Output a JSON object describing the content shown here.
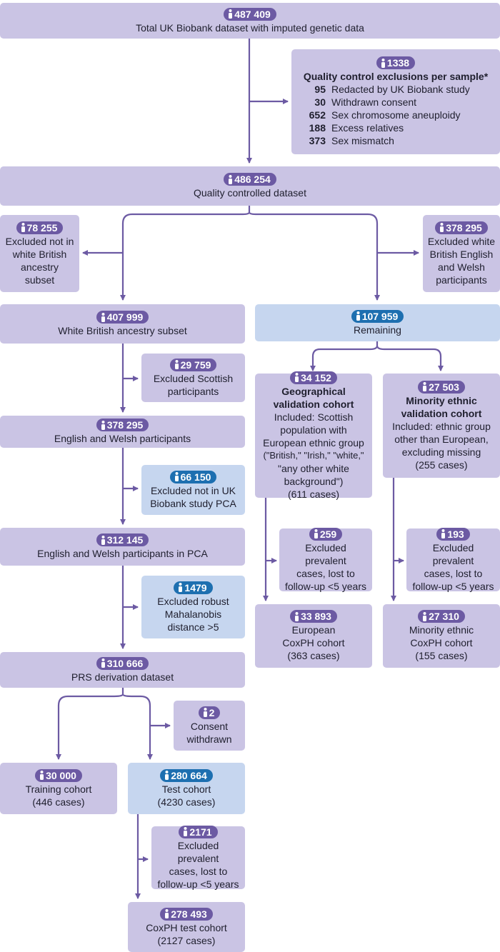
{
  "nodes": {
    "total": {
      "count": "487 409",
      "lines": [
        "Total UK Biobank dataset with imputed genetic data"
      ]
    },
    "qc_excl": {
      "count": "1338",
      "title": "Quality control exclusions per sample*",
      "items": [
        {
          "n": "95",
          "label": "Redacted by UK Biobank study"
        },
        {
          "n": "30",
          "label": "Withdrawn consent"
        },
        {
          "n": "652",
          "label": "Sex chromosome aneuploidy"
        },
        {
          "n": "188",
          "label": "Excess relatives"
        },
        {
          "n": "373",
          "label": "Sex mismatch"
        }
      ]
    },
    "qc_dataset": {
      "count": "486 254",
      "lines": [
        "Quality controlled dataset"
      ]
    },
    "excl_not_wb": {
      "count": "78 255",
      "lines": [
        "Excluded not in",
        "white British",
        "ancestry",
        "subset"
      ]
    },
    "excl_wb_ew": {
      "count": "378 295",
      "lines": [
        "Excluded white",
        "British English",
        "and Welsh",
        "participants"
      ]
    },
    "wb_subset": {
      "count": "407 999",
      "lines": [
        "White British ancestry subset"
      ]
    },
    "remaining": {
      "count": "107 959",
      "lines": [
        "Remaining"
      ]
    },
    "excl_scot": {
      "count": "29 759",
      "lines": [
        "Excluded Scottish",
        "participants"
      ]
    },
    "ew": {
      "count": "378 295",
      "lines": [
        "English and Welsh participants"
      ]
    },
    "geo": {
      "count": "34 152",
      "title": [
        "Geographical",
        "validation cohort"
      ],
      "lines": [
        "Included: Scottish",
        "population with",
        "European ethnic group",
        "(\"British,\" \"Irish,\" \"white,\"",
        "\"any other white",
        "background\")",
        "(611 cases)"
      ]
    },
    "min": {
      "count": "27 503",
      "title": [
        "Minority ethnic",
        "validation cohort"
      ],
      "lines": [
        "Included: ethnic group",
        "other than European,",
        "excluding missing",
        "(255 cases)"
      ]
    },
    "excl_pca": {
      "count": "66 150",
      "lines": [
        "Excluded not in UK",
        "Biobank study PCA"
      ]
    },
    "ew_pca": {
      "count": "312 145",
      "lines": [
        "English and Welsh participants in PCA"
      ]
    },
    "excl_geo": {
      "count": "259",
      "lines": [
        "Excluded prevalent",
        "cases, lost to",
        "follow-up <5 years"
      ]
    },
    "excl_min": {
      "count": "193",
      "lines": [
        "Excluded prevalent",
        "cases, lost to",
        "follow-up <5 years"
      ]
    },
    "excl_maha": {
      "count": "1479",
      "lines": [
        "Excluded robust",
        "Mahalanobis",
        "distance >5"
      ]
    },
    "eur_coxph": {
      "count": "33 893",
      "lines": [
        "European",
        "CoxPH cohort",
        "(363 cases)"
      ]
    },
    "min_coxph": {
      "count": "27 310",
      "lines": [
        "Minority ethnic",
        "CoxPH cohort",
        "(155 cases)"
      ]
    },
    "prs": {
      "count": "310 666",
      "lines": [
        "PRS derivation dataset"
      ]
    },
    "consent": {
      "count": "2",
      "lines": [
        "Consent",
        "withdrawn"
      ]
    },
    "training": {
      "count": "30 000",
      "lines": [
        "Training cohort",
        "(446 cases)"
      ]
    },
    "test": {
      "count": "280 664",
      "lines": [
        "Test cohort",
        "(4230 cases)"
      ]
    },
    "excl_test": {
      "count": "2171",
      "lines": [
        "Excluded prevalent",
        "cases, lost to",
        "follow-up <5 years"
      ]
    },
    "coxph_test": {
      "count": "278 493",
      "lines": [
        "CoxPH test cohort",
        "(2127 cases)"
      ]
    }
  },
  "colors": {
    "box_purple": "#cac4e4",
    "box_blue": "#c6d6ef",
    "badge_purple": "#6c5aa3",
    "badge_blue": "#1d6fb0",
    "arrow": "#6c5aa3"
  },
  "icons": {
    "badge": "person-icon"
  }
}
